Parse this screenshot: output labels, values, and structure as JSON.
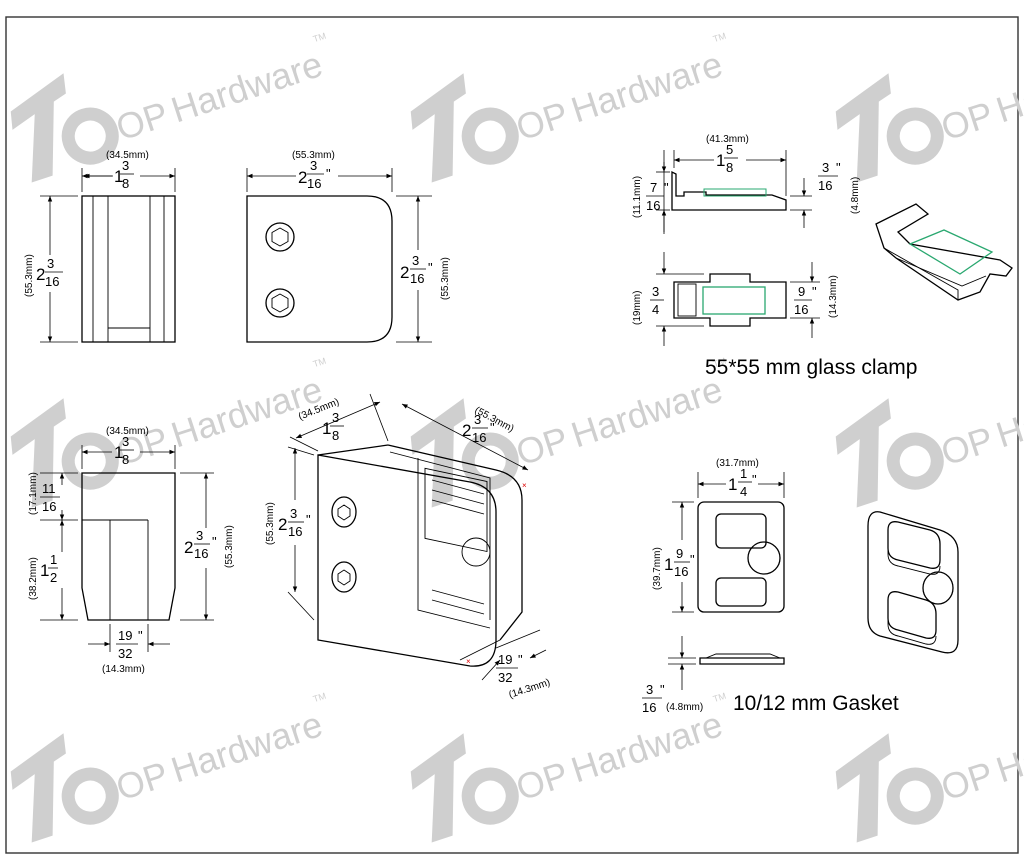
{
  "watermark": {
    "brand_prefix": "OP",
    "brand_word": "Hardware",
    "trademark": "TM",
    "color": "#cfcfcf"
  },
  "front_view": {
    "width_mm": "(34.5mm)",
    "width_whole": "1",
    "width_num": "3",
    "width_den": "8",
    "height_mm": "(55.3mm)",
    "height_whole": "2",
    "height_num": "3",
    "height_den": "16"
  },
  "side_view": {
    "width_mm": "(55.3mm)",
    "width_whole": "2",
    "width_num": "3",
    "width_den": "16",
    "height_mm": "(55.3mm)",
    "height_whole": "2",
    "height_num": "3",
    "height_den": "16"
  },
  "lower_front_view": {
    "width_mm": "(34.5mm)",
    "width_whole": "1",
    "width_num": "3",
    "width_den": "8",
    "top_mm": "(17.1mm)",
    "top_num": "11",
    "top_den": "16",
    "bottom_mm": "(38.2mm)",
    "bottom_whole": "1",
    "bottom_num": "1",
    "bottom_den": "2",
    "height_mm": "(55.3mm)",
    "height_whole": "2",
    "height_num": "3",
    "height_den": "16",
    "base_num": "19",
    "base_den": "32",
    "base_mm": "(14.3mm)"
  },
  "iso_view": {
    "depth_mm": "(34.5mm)",
    "depth_whole": "1",
    "depth_num": "3",
    "depth_den": "8",
    "width_mm": "(55.3mm)",
    "width_whole": "2",
    "width_num": "3",
    "width_den": "16",
    "height_mm": "(55.3mm)",
    "height_whole": "2",
    "height_num": "3",
    "height_den": "16",
    "gap_num": "19",
    "gap_den": "32",
    "gap_mm": "(14.3mm)"
  },
  "glass_clamp": {
    "caption": "55*55 mm glass clamp",
    "length_mm": "(41.3mm)",
    "length_whole": "1",
    "length_num": "5",
    "length_den": "8",
    "height_mm": "(11.1mm)",
    "height_num": "7",
    "height_den": "16",
    "thick_num": "3",
    "thick_den": "16",
    "thick_mm": "(4.8mm)",
    "w1_mm": "(19mm)",
    "w1_num": "3",
    "w1_den": "4",
    "w2_num": "9",
    "w2_den": "16",
    "w2_mm": "(14.3mm)"
  },
  "gasket": {
    "caption": "10/12 mm Gasket",
    "width_mm": "(31.7mm)",
    "width_whole": "1",
    "width_num": "1",
    "width_den": "4",
    "height_mm": "(39.7mm)",
    "height_whole": "1",
    "height_num": "9",
    "height_den": "16",
    "thick_num": "3",
    "thick_den": "16",
    "thick_mm": "(4.8mm)"
  }
}
